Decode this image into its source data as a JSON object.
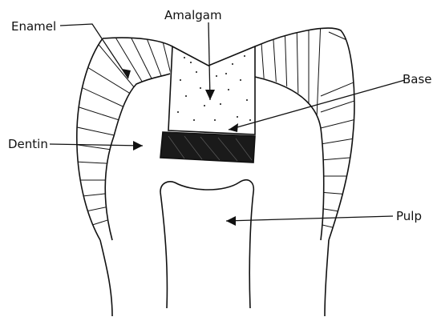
{
  "labels": {
    "enamel": "Enamel",
    "amalgam": "Amalgam",
    "base": "Base",
    "dentin": "Dentin",
    "pulp": "Pulp"
  },
  "colors": {
    "ink": "#111111",
    "background": "#ffffff"
  }
}
